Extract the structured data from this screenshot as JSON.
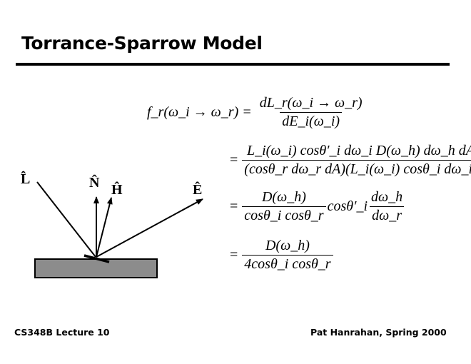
{
  "slide": {
    "title": "Torrance-Sparrow Model",
    "footer_left": "CS348B Lecture 10",
    "footer_right": "Pat Hanrahan, Spring 2000"
  },
  "diagram": {
    "vectors": [
      {
        "name": "L",
        "label": "L̂"
      },
      {
        "name": "N",
        "label": "N̂"
      },
      {
        "name": "H",
        "label": "Ĥ"
      },
      {
        "name": "E",
        "label": "Ê"
      }
    ],
    "surface_color": "#8c8c8c"
  },
  "equations": {
    "line1": {
      "lhs": "f_r(ω_i → ω_r) =",
      "num": "dL_r(ω_i → ω_r)",
      "den": "dE_i(ω_i)"
    },
    "line2": {
      "eq": "=",
      "num": "L_i(ω_i) cosθ′_i dω_i D(ω_h) dω_h dA",
      "den": "(cosθ_r dω_r dA)(L_i(ω_i) cosθ_i dω_i)"
    },
    "line3": {
      "eq": "=",
      "num": "D(ω_h)",
      "den": "cosθ_i cosθ_r",
      "mid": "cosθ′_i",
      "num2": "dω_h",
      "den2": "dω_r"
    },
    "line4": {
      "eq": "=",
      "num": "D(ω_h)",
      "den": "4cosθ_i cosθ_r"
    }
  }
}
